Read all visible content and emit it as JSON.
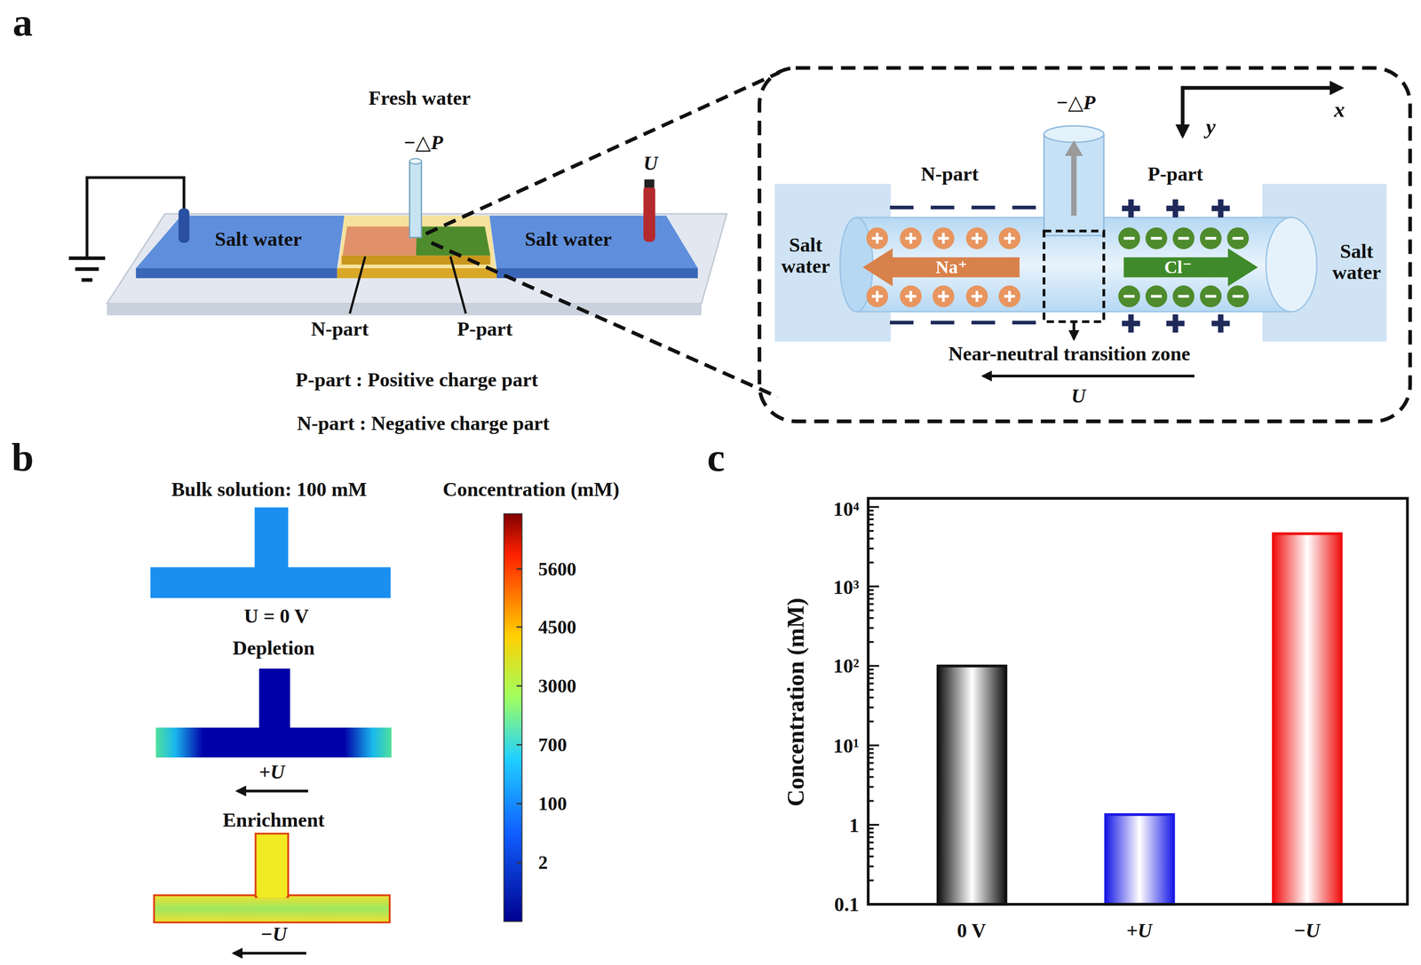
{
  "diagram": {
    "nodes": [
      {
        "text": [
          "Salt water"
        ]
      },
      {
        "text": [
          "Salt water"
        ]
      },
      {
        "text": [
          "Salt water"
        ]
      },
      {
        "text": [
          "Salt water"
        ]
      }
    ],
    "labels": [
      "a",
      "Fresh water",
      "−△P",
      "U",
      "N-part",
      "P-part",
      "P-part : Positive charge part",
      "N-part : Negative charge part",
      "−△P",
      "x",
      "y",
      "N-part",
      "P-part",
      "Na⁺",
      "Cl⁻",
      "Near-neutral transition zone",
      "U",
      "b",
      "Bulk solution: 100 mM",
      "Concentration (mM)",
      "5600",
      "4500",
      "3000",
      "700",
      "100",
      "2",
      "U = 0 V",
      "Depletion",
      "+U",
      "Enrichment",
      "−U",
      "c",
      "10⁴",
      "10³",
      "10²",
      "10¹",
      "1",
      "0.1",
      "Concentration (mM)",
      "0 V",
      "+U",
      "−U"
    ]
  }
}
